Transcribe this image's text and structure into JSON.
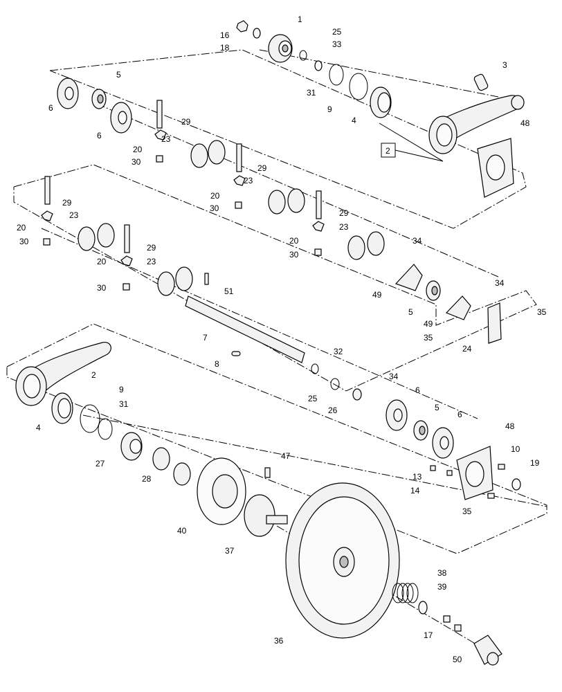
{
  "diagram": {
    "callouts": [
      "1",
      "2",
      "3",
      "4",
      "5",
      "6",
      "7",
      "8",
      "9",
      "10",
      "13",
      "14",
      "16",
      "17",
      "18",
      "19",
      "20",
      "23",
      "24",
      "25",
      "26",
      "27",
      "28",
      "29",
      "30",
      "31",
      "32",
      "33",
      "34",
      "35",
      "36",
      "37",
      "38",
      "39",
      "40",
      "47",
      "48",
      "49",
      "50",
      "51"
    ],
    "boxed_label": "2"
  }
}
